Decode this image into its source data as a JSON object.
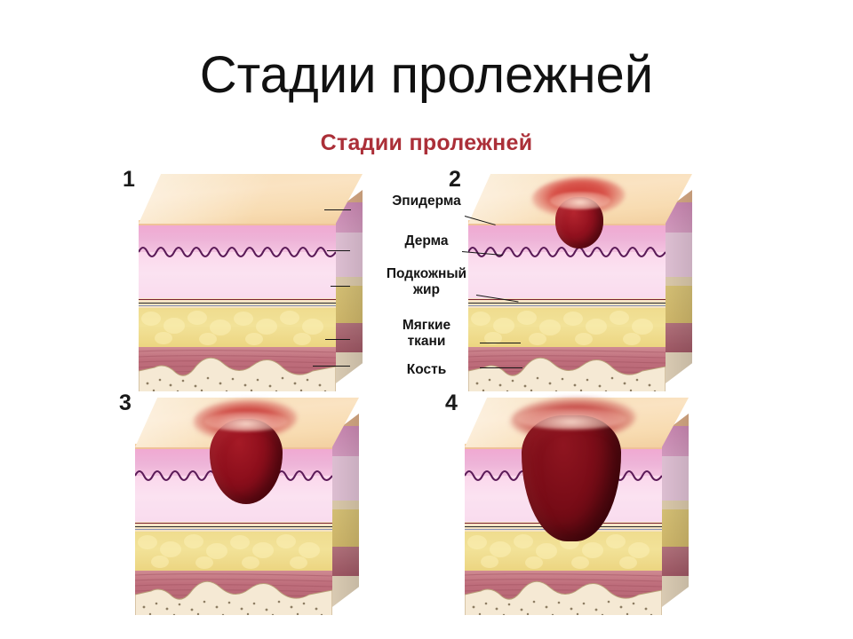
{
  "page": {
    "background": "#ffffff",
    "main_title": "Стадии пролежней",
    "sub_title": "Стадии пролежней",
    "main_title_color": "#111111",
    "sub_title_color": "#ab2f38"
  },
  "layer_labels": [
    {
      "id": "epidermis",
      "text": "Эпидерма"
    },
    {
      "id": "dermis",
      "text": "Дерма"
    },
    {
      "id": "subcutaneous-fat",
      "text": "Подкожный\nжир"
    },
    {
      "id": "soft-tissue",
      "text": "Мягкие\nткани"
    },
    {
      "id": "bone",
      "text": "Кость"
    }
  ],
  "stages": [
    {
      "number": "1",
      "name": "stage-1-erythema"
    },
    {
      "number": "2",
      "name": "stage-2-blister"
    },
    {
      "number": "3",
      "name": "stage-3-ulcer"
    },
    {
      "number": "4",
      "name": "stage-4-deep-ulcer"
    }
  ],
  "palette": {
    "skin_surface": "#f8dfbb",
    "epidermis": "#f1c69c",
    "dermis_upper": "#eeb0d6",
    "dermis_lower": "#fbdced",
    "fat": "#f0de92",
    "muscle": "#c0707e",
    "bone": "#f3e6cf",
    "wound_deep": "#7c0c18",
    "wound_surface": "#d4423d"
  }
}
